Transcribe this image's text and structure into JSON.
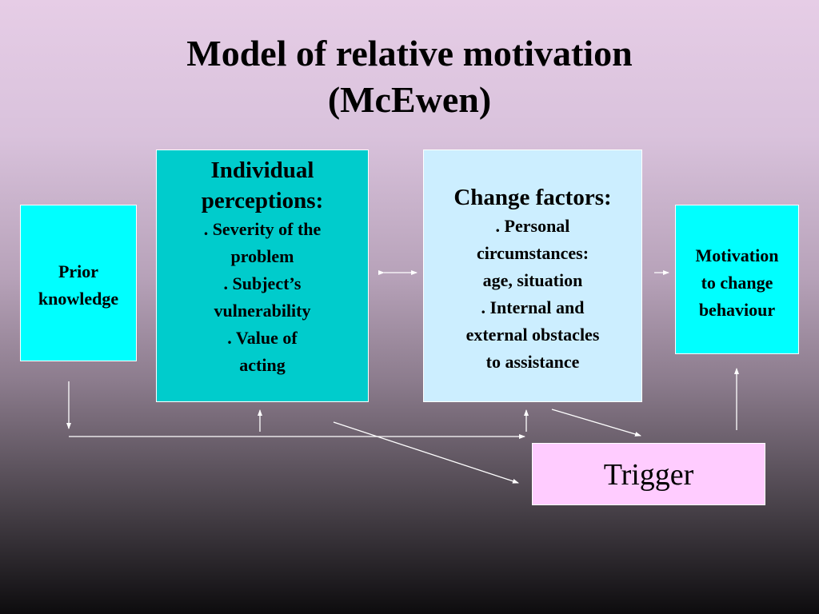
{
  "title": [
    "Model of relative motivation",
    "(McEwen)"
  ],
  "prior": {
    "lines": [
      "Prior",
      "knowledge"
    ]
  },
  "individual": {
    "heading": [
      "Individual",
      "perceptions:"
    ],
    "items": [
      ". Severity of the",
      "problem",
      ". Subject’s",
      "vulnerability",
      ". Value of",
      "acting"
    ]
  },
  "change": {
    "heading": [
      "Change factors:"
    ],
    "items": [
      ". Personal",
      "circumstances:",
      "age, situation",
      ". Internal and",
      "external obstacles",
      "to assistance"
    ]
  },
  "motivation": {
    "lines": [
      "Motivation",
      "to change",
      "behaviour"
    ]
  },
  "trigger": {
    "label": "Trigger"
  },
  "colors": {
    "prior_box": "#00ffff",
    "individual_box": "#00cccc",
    "change_box": "#cceeff",
    "motivation_box": "#00ffff",
    "trigger_box": "#ffccff",
    "arrows": "#ffffff"
  }
}
